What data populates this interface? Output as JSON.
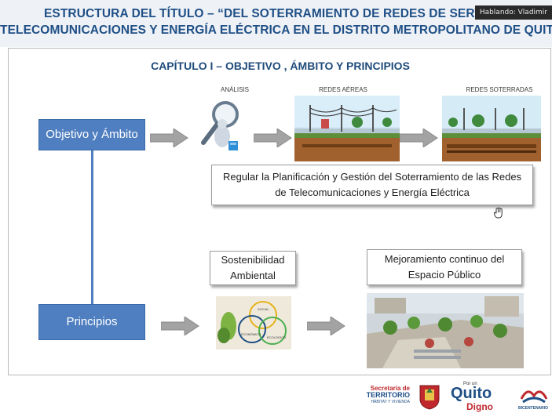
{
  "header": {
    "title_line1": "ESTRUCTURA DEL TÍTULO – “DEL SOTERRAMIENTO DE REDES DE SERVICIO",
    "title_line2": "TELECOMUNICACIONES Y ENERGÍA ELÉCTRICA EN EL DISTRITO METROPOLITANO DE QUITO”",
    "speaker_badge": "Hablando: Vladimir"
  },
  "slide": {
    "chapter_title": "CAPÍTULO I – OBJETIVO , ÁMBITO Y PRINCIPIOS",
    "steps": {
      "analysis": "ANÁLISIS",
      "aerial": "REDES AÉREAS",
      "underground": "REDES SOTERRADAS"
    },
    "objective_box": "Objetivo y Ámbito",
    "regulation_text": "Regular la Planificación y Gestión del Soterramiento de las Redes de Telecomunicaciones y Energía Eléctrica",
    "principles_box": "Principios",
    "sustainability_box": "Sostenibilidad Ambiental",
    "public_space_box": "Mejoramiento continuo del Espacio Público",
    "venn_labels": [
      "SOCIAL",
      "ECONÓMICO",
      "ECOLÓGICO"
    ]
  },
  "footer": {
    "secretaria_l1": "Secretaría de",
    "secretaria_l2": "TERRITORIO",
    "secretaria_l3": "HÁBITAT Y VIVIENDA",
    "quito_small": "Por un",
    "quito_big": "Quito",
    "quito_sub": "Digno",
    "bicentenario": "BICENTENARIO"
  },
  "colors": {
    "title_blue": "#1e4f86",
    "box_blue": "#4f7fc0",
    "arrow_gray": "#9e9e9e",
    "footer_red": "#c0282d"
  }
}
